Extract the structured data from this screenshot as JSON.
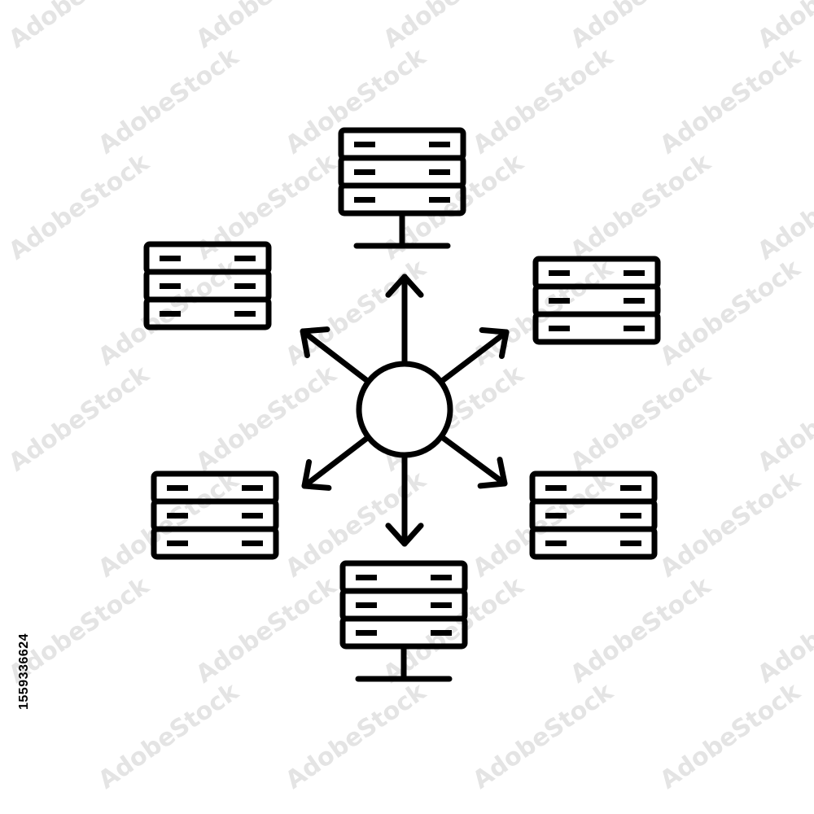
{
  "image": {
    "type": "stock illustration",
    "subject": "central hub distributing to six server stacks",
    "stock_id": "1559336624",
    "watermark_text": "AdobeStock"
  },
  "diagram": {
    "hub": {
      "name": "central-hub",
      "shape": "circle"
    },
    "arrow_directions": [
      "up",
      "up-right",
      "down-right",
      "down",
      "down-left",
      "up-left"
    ],
    "servers": [
      {
        "name": "server-top",
        "units": 3,
        "has_stand": true
      },
      {
        "name": "server-upper-left",
        "units": 3,
        "has_stand": false
      },
      {
        "name": "server-upper-right",
        "units": 3,
        "has_stand": false
      },
      {
        "name": "server-lower-left",
        "units": 3,
        "has_stand": false
      },
      {
        "name": "server-lower-right",
        "units": 3,
        "has_stand": false
      },
      {
        "name": "server-bottom",
        "units": 3,
        "has_stand": true
      }
    ]
  },
  "colors": {
    "line": "#000000",
    "background": "#ffffff",
    "watermark": "#e4e4e4"
  }
}
